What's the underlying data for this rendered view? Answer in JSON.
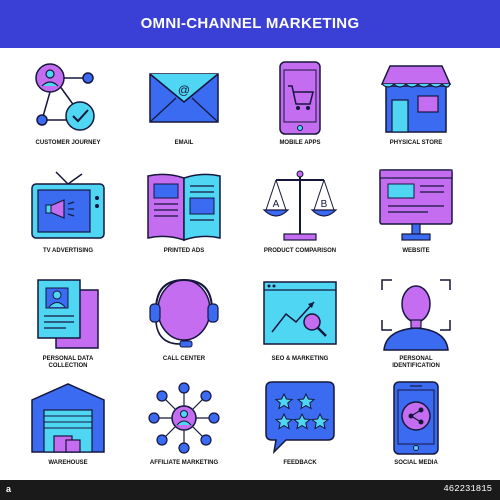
{
  "header": {
    "title": "OMNI-CHANNEL MARKETING"
  },
  "colors": {
    "blue": "#3a6bf0",
    "violet": "#c46df0",
    "cyan": "#4fd6f2",
    "stroke": "#16173d"
  },
  "icons": [
    {
      "name": "customer-journey-icon",
      "label": "CUSTOMER JOURNEY"
    },
    {
      "name": "email-icon",
      "label": "EMAIL"
    },
    {
      "name": "mobile-apps-icon",
      "label": "MOBILE APPS"
    },
    {
      "name": "physical-store-icon",
      "label": "PHYSICAL STORE"
    },
    {
      "name": "tv-advertising-icon",
      "label": "TV ADVERTISING"
    },
    {
      "name": "printed-ads-icon",
      "label": "PRINTED ADS"
    },
    {
      "name": "product-comparison-icon",
      "label": "PRODUCT COMPARISON",
      "text_a": "A",
      "text_b": "B"
    },
    {
      "name": "website-icon",
      "label": "WEBSITE"
    },
    {
      "name": "personal-data-collection-icon",
      "label": "PERSONAL DATA\nCOLLECTION"
    },
    {
      "name": "call-center-icon",
      "label": "CALL CENTER"
    },
    {
      "name": "seo-marketing-icon",
      "label": "SEO & MARKETING"
    },
    {
      "name": "personal-identification-icon",
      "label": "PERSONAL\nIDENTIFICATION"
    },
    {
      "name": "warehouse-icon",
      "label": "WAREHOUSE"
    },
    {
      "name": "affiliate-marketing-icon",
      "label": "AFFILIATE MARKETING"
    },
    {
      "name": "feedback-icon",
      "label": "FEEDBACK"
    },
    {
      "name": "social-media-icon",
      "label": "SOCIAL MEDIA"
    }
  ],
  "footer": {
    "logo": "a",
    "id": "462231815"
  }
}
